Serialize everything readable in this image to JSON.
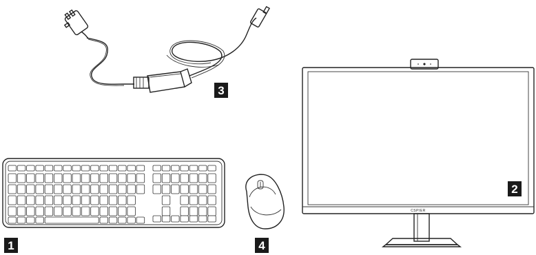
{
  "items": [
    {
      "number": "1"
    },
    {
      "number": "2"
    },
    {
      "number": "3"
    },
    {
      "number": "4"
    }
  ],
  "monitor": {
    "brand": "CSPIER"
  }
}
